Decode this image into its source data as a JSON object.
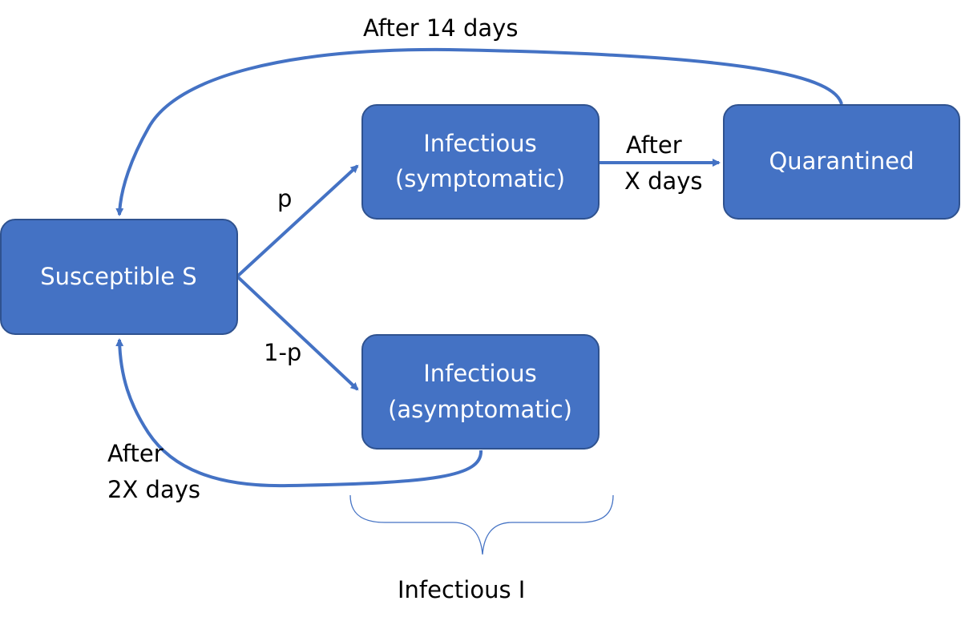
{
  "nodes": {
    "susceptible": {
      "label": "Susceptible S"
    },
    "infectious_symptomatic": {
      "line1": "Infectious",
      "line2": "(symptomatic)"
    },
    "infectious_asymptomatic": {
      "line1": "Infectious",
      "line2": "(asymptomatic)"
    },
    "quarantined": {
      "label": "Quarantined"
    }
  },
  "edges": {
    "to_symptomatic": {
      "label": "p"
    },
    "to_asymptomatic": {
      "label": "1-p"
    },
    "symptomatic_to_quarantined": {
      "line1": "After",
      "line2": "X days"
    },
    "quarantined_to_susceptible": {
      "label": "After 14 days"
    },
    "asymptomatic_to_susceptible": {
      "line1": "After",
      "line2": "2X days"
    }
  },
  "group": {
    "infectious_label": "Infectious I"
  },
  "colors": {
    "node_fill": "#4472c4",
    "node_border": "#2f528f",
    "edge": "#4472c4",
    "node_text": "#ffffff",
    "label_text": "#000000"
  }
}
